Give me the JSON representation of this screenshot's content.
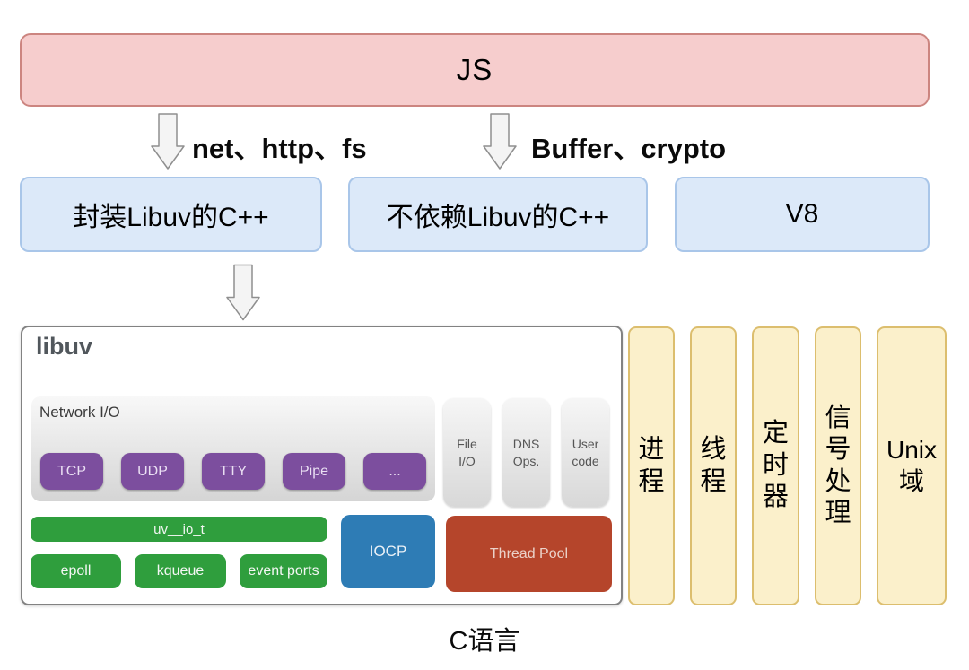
{
  "diagram": {
    "js_box": {
      "label": "JS"
    },
    "edges": [
      {
        "label": "net、http、fs"
      },
      {
        "label": "Buffer、crypto"
      }
    ],
    "middle_row": [
      {
        "label": "封装Libuv的C++"
      },
      {
        "label": "不依赖Libuv的C++"
      },
      {
        "label": "V8"
      }
    ],
    "libuv": {
      "title": "libuv",
      "network_panel": {
        "title": "Network I/O",
        "handles": [
          "TCP",
          "UDP",
          "TTY",
          "Pipe",
          "..."
        ]
      },
      "side_boxes": [
        {
          "lines": [
            "File",
            "I/O"
          ]
        },
        {
          "lines": [
            "DNS",
            "Ops."
          ]
        },
        {
          "lines": [
            "User",
            "code"
          ]
        }
      ],
      "uv_io_t": "uv__io_t",
      "pollers": [
        "epoll",
        "kqueue",
        "event ports"
      ],
      "iocp": "IOCP",
      "thread_pool": "Thread Pool"
    },
    "right_columns": [
      {
        "lines": [
          "进",
          "程"
        ]
      },
      {
        "lines": [
          "线",
          "程"
        ]
      },
      {
        "lines": [
          "定",
          "时",
          "器"
        ]
      },
      {
        "lines": [
          "信",
          "号",
          "处",
          "理"
        ]
      },
      {
        "lines": [
          "Unix",
          "域"
        ]
      }
    ],
    "bottom_label": "C语言",
    "colors": {
      "js_fill": "#F6CDCD",
      "js_border": "#CC8580",
      "blue_fill": "#DCE9F9",
      "blue_border": "#A9C6E9",
      "yellow_fill": "#FBF0CB",
      "yellow_border": "#DCBE6E",
      "purple": "#7C4E9E",
      "green": "#2F9E3D",
      "iocp_blue": "#2E7CB5",
      "thread_pool_red": "#B5452B",
      "gray_panel_top": "#F8F8F8",
      "gray_panel_bottom": "#D5D5D5"
    }
  }
}
